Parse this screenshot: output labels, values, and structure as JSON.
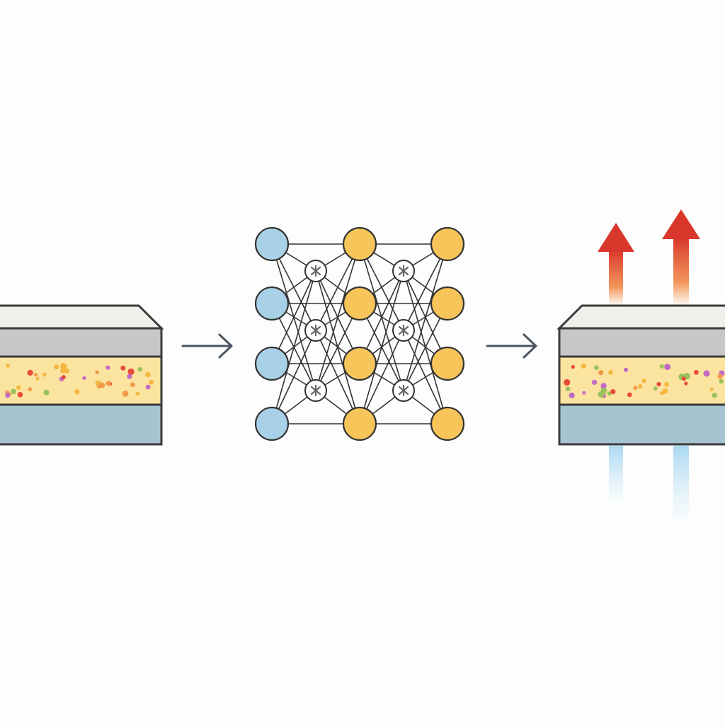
{
  "diagram": {
    "input_stack": {
      "layers": [
        "cap",
        "top",
        "middle",
        "bottom"
      ],
      "colors": {
        "cap": "#f1efea",
        "top": "#c7c7c7",
        "middle": "#fbe3a0",
        "bottom": "#a6c4d0",
        "outline": "#3a3a3a"
      },
      "particle_colors": [
        "#e84a3c",
        "#f4b740",
        "#9ac25a",
        "#c26bc4",
        "#f29a4a"
      ]
    },
    "network": {
      "input_nodes": 4,
      "hidden_layers": 2,
      "hidden_nodes_per_layer": 3,
      "output_columns": 2,
      "output_nodes_per_column": 4,
      "colors": {
        "input": "#a8d0e6",
        "output": "#f8c55a",
        "hidden": "#ffffff",
        "edge": "#333333"
      }
    },
    "output_stack": {
      "layers": [
        "cap",
        "top",
        "middle",
        "bottom"
      ],
      "emission_up_color": "#d9372b",
      "emission_down_color": "#a9d8f0"
    },
    "arrows": [
      {
        "name": "input-to-network",
        "color": "#4a5563"
      },
      {
        "name": "network-to-output",
        "color": "#4a5563"
      }
    ]
  }
}
